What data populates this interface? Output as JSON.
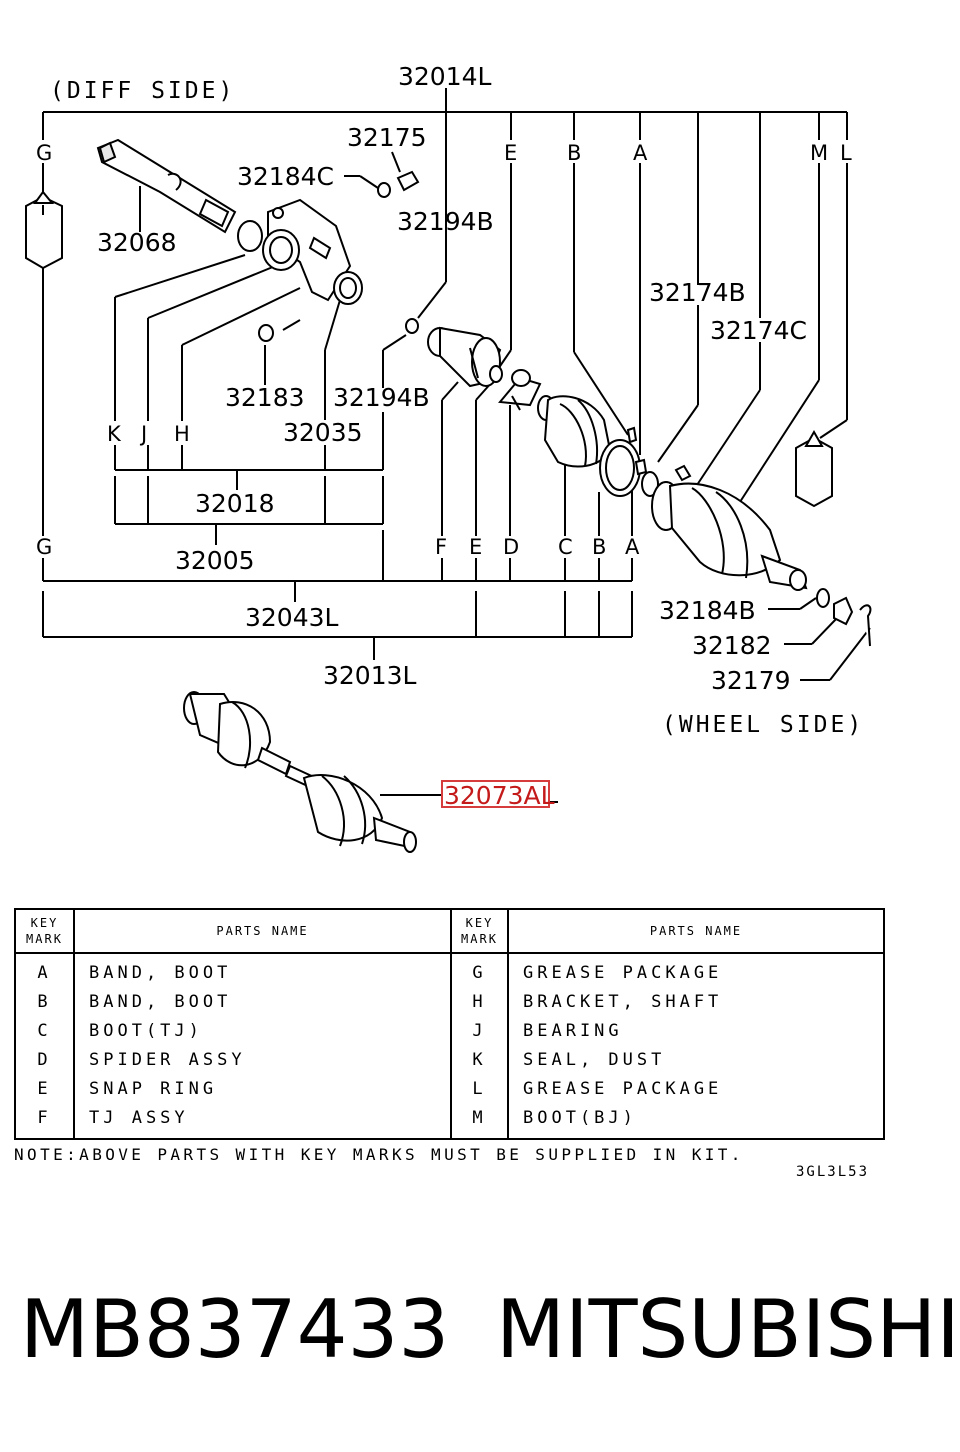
{
  "diagram": {
    "diff_side": "(DIFF SIDE)",
    "wheel_side": "(WHEEL SIDE)",
    "callouts": {
      "p32014L": "32014L",
      "p32175": "32175",
      "p32184C": "32184C",
      "p32068": "32068",
      "p32194B_top": "32194B",
      "p32174B": "32174B",
      "p32174C": "32174C",
      "p32183": "32183",
      "p32194B_bottom": "32194B",
      "p32035": "32035",
      "p32018": "32018",
      "p32005": "32005",
      "p32043L": "32043L",
      "p32013L": "32013L",
      "p32184B": "32184B",
      "p32182": "32182",
      "p32179": "32179",
      "p32073AL": "32073AL"
    },
    "key_marks_top": {
      "G": "G",
      "E": "E",
      "B": "B",
      "A": "A",
      "M": "M",
      "L": "L"
    },
    "key_marks_mid": {
      "K": "K",
      "J": "J",
      "H": "H"
    },
    "key_marks_bottom": {
      "G": "G",
      "F": "F",
      "E": "E",
      "D": "D",
      "C": "C",
      "B": "B",
      "A": "A"
    }
  },
  "table": {
    "headers": {
      "key_mark_line1": "KEY",
      "key_mark_line2": "MARK",
      "parts_name": "PARTS NAME"
    },
    "rows": [
      {
        "key_left": "A",
        "name_left": "BAND, BOOT",
        "key_right": "G",
        "name_right": "GREASE PACKAGE"
      },
      {
        "key_left": "B",
        "name_left": "BAND, BOOT",
        "key_right": "H",
        "name_right": "BRACKET, SHAFT"
      },
      {
        "key_left": "C",
        "name_left": "BOOT(TJ)",
        "key_right": "J",
        "name_right": "BEARING"
      },
      {
        "key_left": "D",
        "name_left": "SPIDER ASSY",
        "key_right": "K",
        "name_right": "SEAL, DUST"
      },
      {
        "key_left": "E",
        "name_left": "SNAP RING",
        "key_right": "L",
        "name_right": "GREASE PACKAGE"
      },
      {
        "key_left": "F",
        "name_left": "TJ ASSY",
        "key_right": "M",
        "name_right": "BOOT(BJ)"
      }
    ]
  },
  "note": "NOTE:ABOVE PARTS WITH KEY MARKS MUST BE SUPPLIED IN KIT.",
  "figure_code": "3GL3L53",
  "part_number": "MB837433",
  "brand": "MITSUBISHI",
  "colors": {
    "highlight": "#d63c3c",
    "ink": "#000000"
  }
}
